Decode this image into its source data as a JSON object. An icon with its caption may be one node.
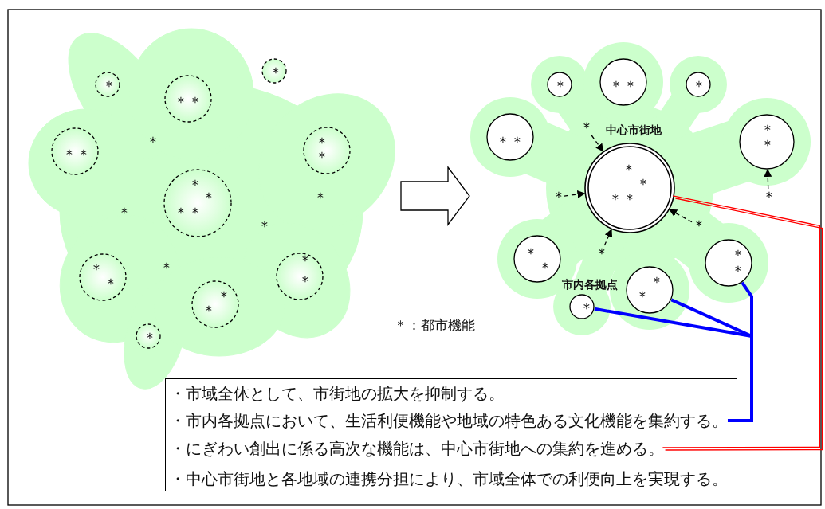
{
  "diagram": {
    "nodes": [
      {
        "text": [],
        "shape": "cloud"
      },
      {
        "text": [
          "＊"
        ],
        "in": 0
      },
      {
        "text": [
          "＊＊"
        ],
        "in": 0
      },
      {
        "text": [
          "＊"
        ]
      },
      {
        "text": [
          "＊＊"
        ],
        "in": 0
      },
      {
        "text": [
          "＊",
          "＊"
        ],
        "in": 0
      },
      {
        "text": [
          "＊",
          "＊",
          "＊＊"
        ],
        "in": 0
      },
      {
        "text": [
          "＊",
          "＊"
        ],
        "in": 0
      },
      {
        "text": [
          "＊",
          "＊"
        ],
        "in": 0
      },
      {
        "text": [
          "＊",
          "＊"
        ],
        "in": 0
      },
      {
        "text": [
          "＊"
        ],
        "in": 0
      },
      {
        "text": [],
        "shape": "cloud"
      },
      {
        "text": [
          "＊"
        ],
        "in": 11
      },
      {
        "text": [
          "＊＊"
        ],
        "in": 11
      },
      {
        "text": [
          "＊"
        ],
        "in": 11
      },
      {
        "text": [
          "＊＊"
        ],
        "in": 11
      },
      {
        "text": [
          "＊"
        ],
        "in": 11
      },
      {
        "text": [
          "中心市街地",
          "＊",
          "＊",
          "＊＊"
        ],
        "in": 11
      },
      {
        "text": [
          "＊",
          "＊"
        ],
        "in": 11
      },
      {
        "text": [
          "＊"
        ],
        "in": 11
      },
      {
        "text": [
          "＊"
        ],
        "in": 11
      },
      {
        "text": [
          "＊"
        ],
        "in": 11
      },
      {
        "text": [
          "＊",
          "＊"
        ],
        "in": 11
      },
      {
        "text": [
          "＊"
        ],
        "in": 11
      },
      {
        "text": [
          "＊",
          "＊"
        ],
        "in": 11
      },
      {
        "text": [
          "＊",
          "＊"
        ],
        "in": 11
      },
      {
        "text": [
          "＊"
        ],
        "in": 11
      },
      {
        "text": [],
        "shape": "box"
      },
      {
        "text": [
          "・市域全体として、市街地の拡大を抑制する。"
        ],
        "in": 27
      },
      {
        "text": [
          "・市内各拠点において、生活利便機能や地域の特色ある文化機能を集約する。"
        ],
        "in": 27
      },
      {
        "text": [
          "・にぎわい創出に係る高次な機能は、中心市街地への集約を進める。"
        ],
        "in": 27
      },
      {
        "text": [
          "・中心市街地と各地域の連携分担により、市域全体での利便向上を実現する。"
        ],
        "in": 27
      }
    ],
    "edges": [
      {
        "from": 0,
        "to": 11,
        "arrow": "to",
        "style": "thick"
      },
      {
        "from": 16,
        "to": 17,
        "arrow": "to",
        "style": "dashed"
      },
      {
        "from": 19,
        "to": 17,
        "arrow": "to",
        "style": "dashed"
      },
      {
        "from": 21,
        "to": 17,
        "arrow": "to",
        "style": "dashed"
      },
      {
        "from": 23,
        "to": 17,
        "arrow": "to",
        "style": "dashed"
      },
      {
        "from": 20,
        "to": 18,
        "arrow": "to",
        "style": "dashed"
      },
      {
        "from": 29,
        "to": 26,
        "arrow": "none",
        "style": "thick",
        "color": "#0000ff"
      },
      {
        "from": 29,
        "to": 25,
        "arrow": "none",
        "style": "thick",
        "color": "#0000ff"
      },
      {
        "from": 29,
        "to": 24,
        "arrow": "none",
        "style": "thick",
        "color": "#0000ff"
      },
      {
        "from": 30,
        "to": 17,
        "arrow": "none",
        "color": "#ff0000"
      }
    ],
    "labels": [
      "＊",
      "＊",
      "＊",
      "＊",
      "＊",
      "市内各拠点",
      "＊：都市機能"
    ]
  }
}
